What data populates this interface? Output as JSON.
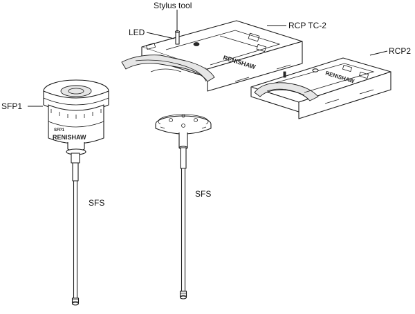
{
  "diagram": {
    "labels": {
      "stylus_tool": "Stylus tool",
      "led": "LED",
      "rcp_tc2": "RCP TC-2",
      "rcp2": "RCP2",
      "sfp1": "SFP1",
      "sfs_left": "SFS",
      "sfs_right": "SFS"
    },
    "markings": {
      "rcp_tc2_logo": "RENISHAW",
      "rcp2_logo": "RENISHAW",
      "sfp1_logo": "RENISHAW",
      "sfp1_model": "SFP1"
    }
  }
}
